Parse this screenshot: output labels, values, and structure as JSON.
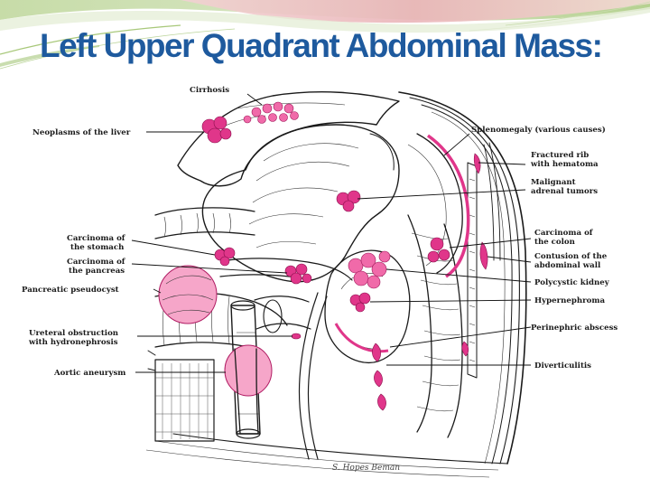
{
  "slide": {
    "title": "Left Upper Quadrant Abdominal Mass:"
  },
  "colors": {
    "title": "#1e5a9e",
    "lesion": "#e0368a",
    "ink": "#1a1a1a",
    "banner_green": "#b9d49a",
    "banner_pink": "#e9b2b6"
  },
  "diagram": {
    "labels": {
      "cirrhosis": "Cirrhosis",
      "neoplasms_liver": "Neoplasms of the liver",
      "carcinoma_stomach_1": "Carcinoma of",
      "carcinoma_stomach_2": "the stomach",
      "carcinoma_pancreas_1": "Carcinoma of",
      "carcinoma_pancreas_2": "the pancreas",
      "pancreatic_pseudocyst": "Pancreatic pseudocyst",
      "ureteral_1": "Ureteral obstruction",
      "ureteral_2": "with hydronephrosis",
      "aortic_aneurysm": "Aortic aneurysm",
      "splenomegaly": "Splenomegaly (various causes)",
      "fractured_rib_1": "Fractured rib",
      "fractured_rib_2": "with hematoma",
      "malignant_adrenal_1": "Malignant",
      "malignant_adrenal_2": "adrenal tumors",
      "carcinoma_colon_1": "Carcinoma of",
      "carcinoma_colon_2": "the colon",
      "contusion_1": "Contusion of the",
      "contusion_2": "abdominal wall",
      "polycystic_kidney": "Polycystic kidney",
      "hypernephroma": "Hypernephroma",
      "perinephric_abscess": "Perinephric abscess",
      "diverticulitis": "Diverticulitis"
    },
    "signature": "S. Hopes Beman"
  }
}
